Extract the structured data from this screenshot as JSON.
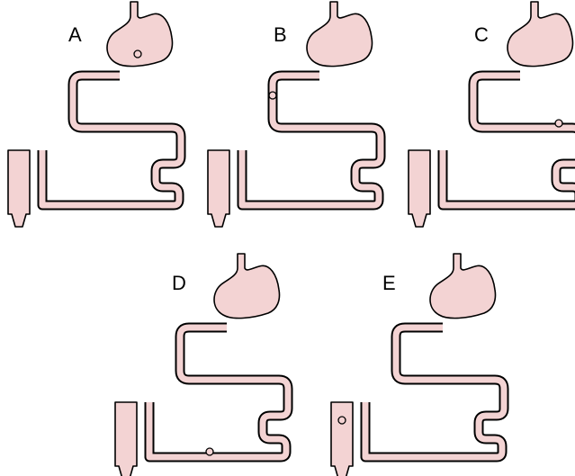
{
  "figure": {
    "colors": {
      "tissue": "#f3d3d3",
      "outline": "#000000",
      "background": "#ffffff"
    },
    "panels": [
      {
        "label": "A",
        "marker_location": "stomach"
      },
      {
        "label": "B",
        "marker_location": "upper-small-intestine"
      },
      {
        "label": "C",
        "marker_location": "mid-small-intestine"
      },
      {
        "label": "D",
        "marker_location": "distal-small-intestine"
      },
      {
        "label": "E",
        "marker_location": "colon"
      }
    ]
  }
}
